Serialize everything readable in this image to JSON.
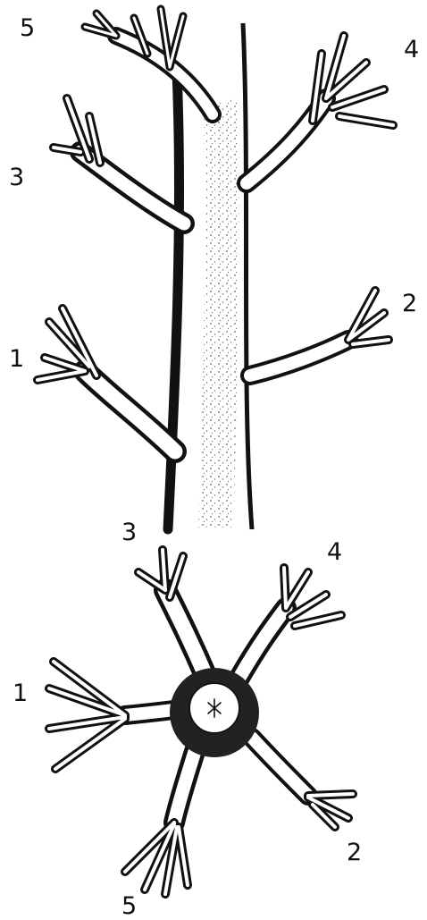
{
  "side_view": {
    "labels": {
      "l5": "5",
      "l4": "4",
      "l3": "3",
      "l2": "2",
      "l1": "1"
    }
  },
  "top_view": {
    "labels": {
      "l3": "3",
      "l4": "4",
      "l1": "1",
      "l2": "2",
      "l5": "5"
    }
  }
}
